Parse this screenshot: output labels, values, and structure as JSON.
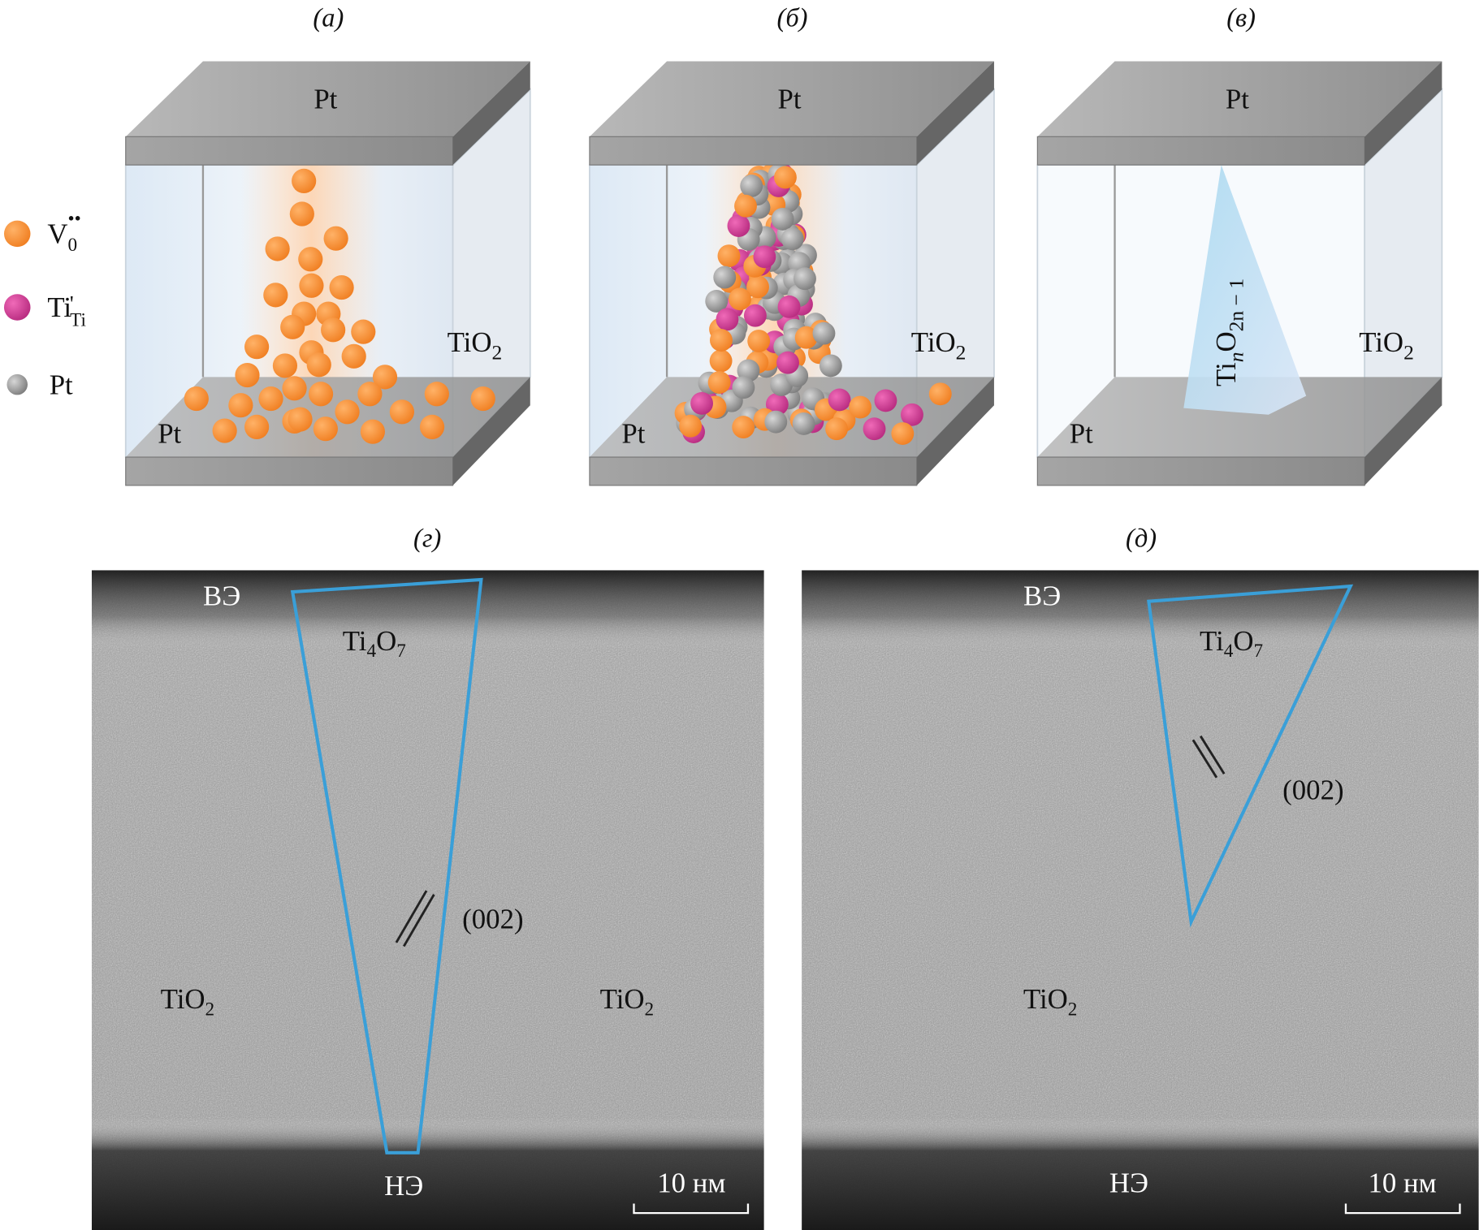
{
  "panel_labels": {
    "a": "(а)",
    "b": "(б)",
    "c": "(в)",
    "d": "(г)",
    "e": "(д)"
  },
  "legend": [
    {
      "symbol": "V",
      "sub": "0",
      "sup": "••",
      "color": "#f5913a"
    },
    {
      "symbol": "Ti",
      "sub": "Ti",
      "sup": "'",
      "color": "#d63c97"
    },
    {
      "symbol": "Pt",
      "sub": "",
      "sup": "",
      "color": "#8a8a8a"
    }
  ],
  "schematic": {
    "top_electrode": "Pt",
    "bottom_electrode": "Pt",
    "oxide": {
      "main": "TiO",
      "sub": "2"
    },
    "filament": {
      "p1": "Ti",
      "p1sub": "n",
      "p2": "O",
      "p2sub": "2n − 1"
    }
  },
  "tem": {
    "top": "ВЭ",
    "bottom": "НЭ",
    "phase": {
      "main": "Ti",
      "sub1": "4",
      "main2": "O",
      "sub2": "7"
    },
    "plane": "(002)",
    "matrix": {
      "main": "TiO",
      "sub": "2"
    },
    "scale": "10 нм",
    "outline_color": "#3a9fd8"
  },
  "colors": {
    "vacancy": "#f5913a",
    "ti": "#d63c97",
    "pt": "#8e8e8e"
  }
}
